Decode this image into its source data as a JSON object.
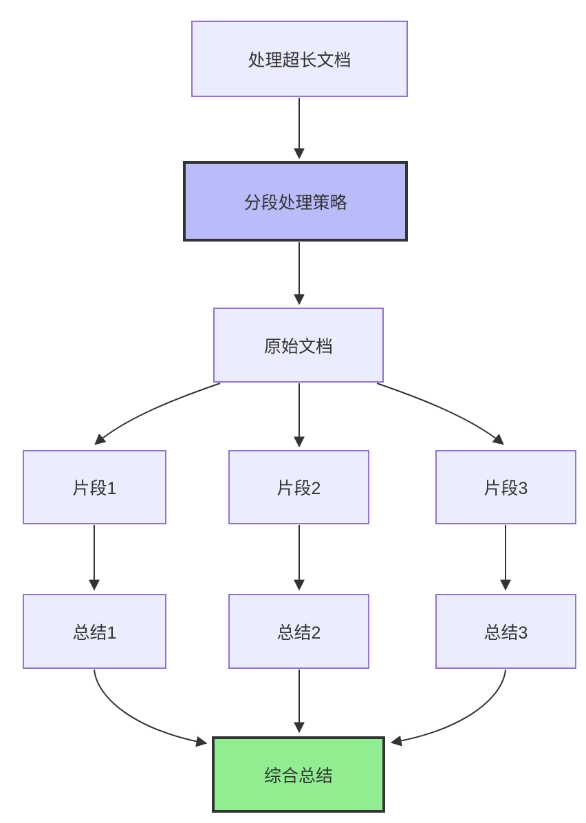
{
  "diagram": {
    "type": "flowchart",
    "direction": "top-down",
    "nodes": [
      {
        "id": "process",
        "label": "处理超长文档",
        "style": "default"
      },
      {
        "id": "strategy",
        "label": "分段处理策略",
        "style": "highlight"
      },
      {
        "id": "original",
        "label": "原始文档",
        "style": "default"
      },
      {
        "id": "chunk1",
        "label": "片段1",
        "style": "default"
      },
      {
        "id": "chunk2",
        "label": "片段2",
        "style": "default"
      },
      {
        "id": "chunk3",
        "label": "片段3",
        "style": "default"
      },
      {
        "id": "summary1",
        "label": "总结1",
        "style": "default"
      },
      {
        "id": "summary2",
        "label": "总结2",
        "style": "default"
      },
      {
        "id": "summary3",
        "label": "总结3",
        "style": "default"
      },
      {
        "id": "final",
        "label": "综合总结",
        "style": "success"
      }
    ],
    "edges": [
      {
        "from": "process",
        "to": "strategy"
      },
      {
        "from": "strategy",
        "to": "original"
      },
      {
        "from": "original",
        "to": "chunk1"
      },
      {
        "from": "original",
        "to": "chunk2"
      },
      {
        "from": "original",
        "to": "chunk3"
      },
      {
        "from": "chunk1",
        "to": "summary1"
      },
      {
        "from": "chunk2",
        "to": "summary2"
      },
      {
        "from": "chunk3",
        "to": "summary3"
      },
      {
        "from": "summary1",
        "to": "final"
      },
      {
        "from": "summary2",
        "to": "final"
      },
      {
        "from": "summary3",
        "to": "final"
      }
    ],
    "colors": {
      "node_fill": "#ECECFF",
      "node_border": "#9370DB",
      "highlight_fill": "#B9BCF8",
      "highlight_border": "#333333",
      "success_fill": "#90EE90",
      "success_border": "#333333",
      "edge": "#333333",
      "text": "#333333",
      "background": "#FFFFFF"
    }
  }
}
